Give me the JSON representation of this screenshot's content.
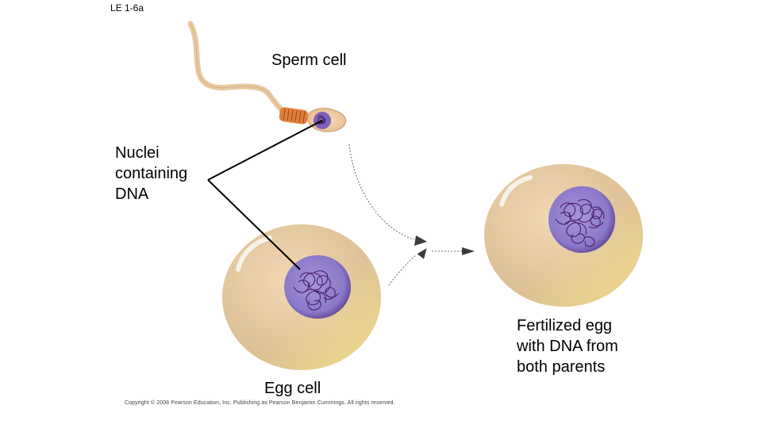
{
  "slide_label": "LE 1-6a",
  "labels": {
    "sperm_cell": "Sperm cell",
    "nuclei": [
      "Nuclei",
      "containing",
      "DNA"
    ],
    "fertilized_egg": [
      "Fertilized egg",
      "with DNA from",
      "both parents"
    ],
    "egg_cell": "Egg cell"
  },
  "copyright": "Copyright © 2008 Pearson Education, Inc. Publishing as Pearson Benjamin Cummings. All rights reserved.",
  "colors": {
    "cytoplasm": "#e2c59c",
    "cytoplasm_highlight": "#f4e58a",
    "nucleus": "#8b79c9",
    "nucleus_dark": "#5d3f8f",
    "chromatin": "#4a1f6b",
    "sperm_tail": "#e8c9a0",
    "midpiece": "#e0803a"
  },
  "icons": [
    "arrow-icon"
  ]
}
